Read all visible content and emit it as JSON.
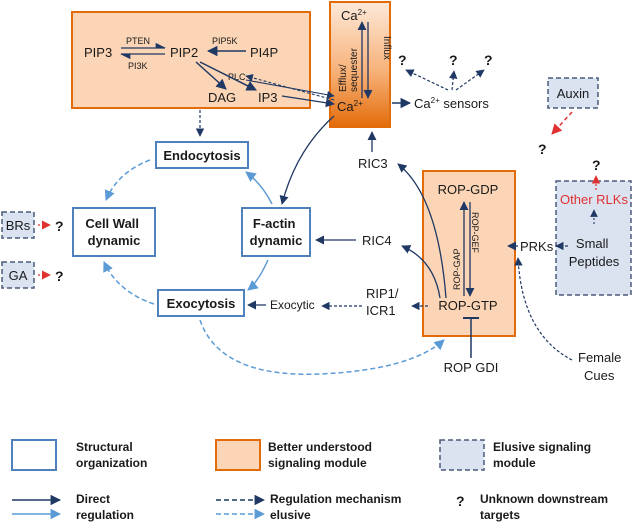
{
  "colors": {
    "dark_arrow": "#1f3864",
    "light_arrow": "#5b9bd5",
    "structural_stroke": "#4f81bd",
    "orange": "#e36c0a",
    "orange_fill": "#fbd5b5",
    "elusive_fill": "#dbe3f1",
    "elusive_stroke": "#4a5b7a",
    "red": "#e03131",
    "text": "#1a1a1a"
  },
  "labels": {
    "pip3": "PIP3",
    "pip2": "PIP2",
    "pi4p": "PI4P",
    "pten": "PTEN",
    "pi3k": "PI3K",
    "pip5k": "PIP5K",
    "plc": "PLC",
    "dag": "DAG",
    "ip3": "IP3",
    "ca": "Ca",
    "ca_sup": "2+",
    "efflux_1": "Efflux/",
    "efflux_2": "sequester",
    "influx": "Influx",
    "ca_sensors": " sensors",
    "endocytosis": "Endocytosis",
    "cell_wall_1": "Cell Wall",
    "cell_wall_2": "dynamic",
    "factin_1": "F-actin",
    "factin_2": "dynamic",
    "exocytosis": "Exocytosis",
    "exocytic": "Exocytic",
    "ric3": "RIC3",
    "ric4": "RIC4",
    "rip1_1": "RIP1/",
    "rip1_2": "ICR1",
    "rop_gdp": "ROP-GDP",
    "rop_gtp": "ROP-GTP",
    "rop_gap": "ROP-GAP",
    "rop_gef": "ROP-GEF",
    "rop_gdi": "ROP GDI",
    "prks": "PRKs",
    "other_rlks": "Other RLKs",
    "small_1": "Small",
    "small_2": "Peptides",
    "auxin": "Auxin",
    "brs": "BRs",
    "ga": "GA",
    "female_1": "Female",
    "female_2": "Cues",
    "q": "?"
  },
  "legend": {
    "structural_1": "Structural",
    "structural_2": "organization",
    "better_1": "Better understood",
    "better_2": "signaling module",
    "elusive_mod_1": "Elusive signaling",
    "elusive_mod_2": "module",
    "direct_1": "Direct",
    "direct_2": "regulation",
    "reg_1": "Regulation mechanism",
    "reg_2": "elusive",
    "unknown_q": "?",
    "unknown_1": "Unknown downstream",
    "unknown_2": "targets"
  }
}
